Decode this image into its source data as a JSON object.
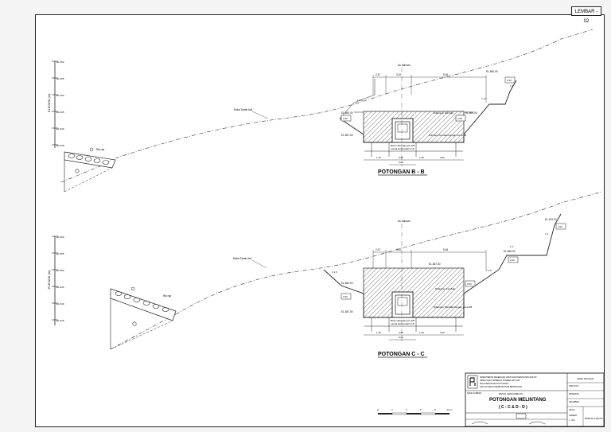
{
  "sheet_no": "LEMBAR - 02",
  "section_bb": {
    "title": "POTONGAN B - B",
    "axis_label": "ELEVASI (m)",
    "axis_ticks": [
      "EL.660",
      "EL.655",
      "EL.650",
      "EL.645",
      "EL.640",
      "EL.635"
    ],
    "ground_label": "Muka Tanah Asli",
    "riprap_label": "Rip rap",
    "center_label": "As Saluran",
    "dims_top": [
      "2.47",
      "3.10",
      "9.46"
    ],
    "elev_top": "EL.660.00",
    "elev_right": "EL.665.00",
    "elev_left": "EL.660.00",
    "elev_bottom": "EL.657.00",
    "backfill_label": "Dihamper Kembali",
    "backfill_zone_label": "Ditimbun Kembali Dengan Zona 5B",
    "concrete_label": "Beton Bertulang K-225",
    "lean_label": "Lantai kerja tebal 0.15",
    "dims_small": [
      "2.00",
      "2.00",
      "2.00"
    ],
    "dims_bottom": [
      "1.20",
      "0.60",
      "1.20",
      "3.00"
    ],
    "dim_width": "6.00",
    "slope_labels": [
      "1:1.5",
      "1:1.5",
      "1:1"
    ]
  },
  "section_cc": {
    "title": "POTONGAN C - C",
    "axis_label": "ELEVASI (m)",
    "axis_ticks": [
      "EL.660",
      "EL.655",
      "EL.650",
      "EL.645",
      "EL.640",
      "EL.635"
    ],
    "ground_label": "Muka Tanah Asli",
    "riprap_label": "Rip rap",
    "center_label": "As Saluran",
    "dims_top": [
      "2.47",
      "3.10",
      "9.46"
    ],
    "elev_top": "EL.667.00",
    "elev_right": "EL.665.00",
    "elev_far_right": "EL.670.00",
    "elev_left": "EL.660.00",
    "elev_bottom": "EL.657.00",
    "backfill_label": "Dihamper Kembali",
    "backfill_zone_label": "Dihamper Kembali Dengan Zona 5B",
    "concrete_label": "Beton Bertulang K-225",
    "lean_label": "Lantai kerja tebal 0.15",
    "dims_small": [
      "2.00",
      "2.00",
      "2.00",
      "2.00"
    ],
    "dims_bottom": [
      "1.20",
      "0.60",
      "1.20",
      "3.00"
    ],
    "dim_width": "6.00",
    "slope_labels": [
      "1:1.5",
      "1:1.5",
      "1:1",
      "1:1"
    ]
  },
  "scale": {
    "ticks": [
      "0",
      "2",
      "4",
      "6",
      "8",
      "10 m"
    ]
  },
  "title_block": {
    "agency_lines": [
      "KEMENTERIAN PEKERJAAN UMUM DAN PERUMAHAN RAKYAT",
      "DIREKTORAT JENDERAL SUMBER DAYA AIR",
      "BALAI BESAR WILAYAH SUNGAI",
      "SATUAN KERJA PEMBANGUNAN BENDUNGAN"
    ],
    "project_caption": "NAMA GAMBAR",
    "drawing_title_caption": "DETAIL PENGAMBILAN",
    "drawing_title": "POTONGAN MELINTANG",
    "drawing_subtitle": "( C - C & D - D )",
    "location_label": "JAWA TENGAH",
    "right_lines": [
      "DISETUJUI",
      "DIPERIKSA",
      "DIGAMBAR",
      "SKALA"
    ],
    "sheet_label": "LEMBAR",
    "scale_value": "1 : 200",
    "sheet_code": "BNDGN-H-002.05"
  }
}
